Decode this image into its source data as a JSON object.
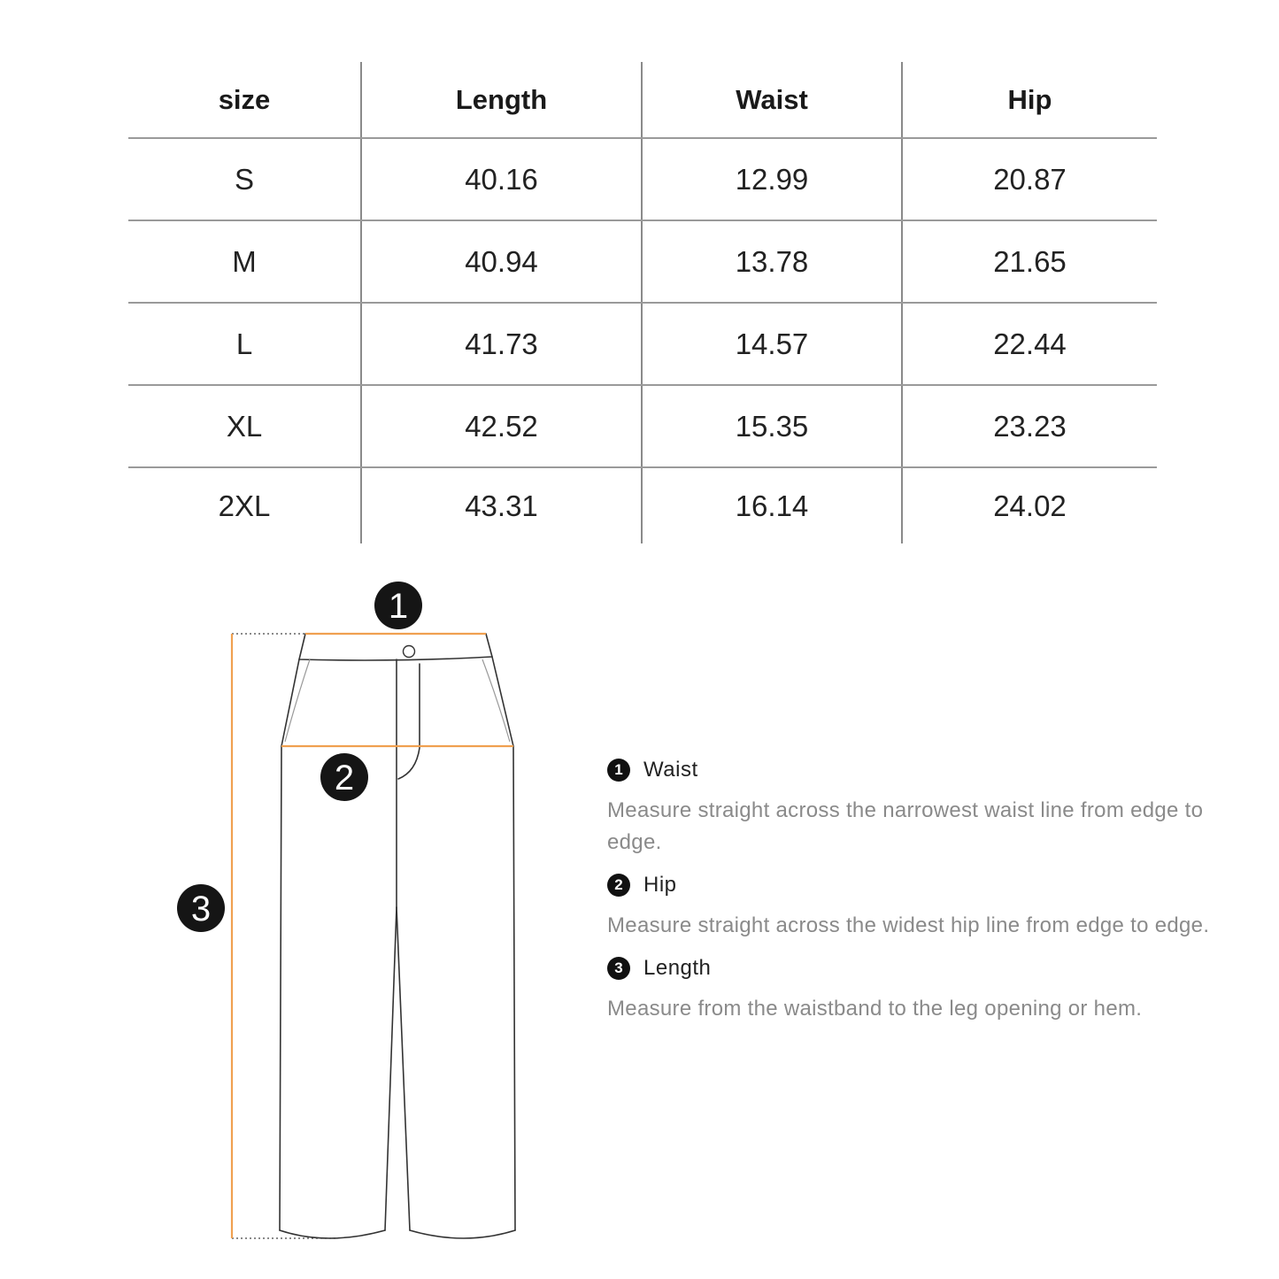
{
  "size_table": {
    "headers": [
      "size",
      "Length",
      "Waist",
      "Hip"
    ],
    "rows": [
      [
        "S",
        "40.16",
        "12.99",
        "20.87"
      ],
      [
        "M",
        "40.94",
        "13.78",
        "21.65"
      ],
      [
        "L",
        "41.73",
        "14.57",
        "22.44"
      ],
      [
        "XL",
        "42.52",
        "15.35",
        "23.23"
      ],
      [
        "2XL",
        "43.31",
        "16.14",
        "24.02"
      ]
    ]
  },
  "diagram": {
    "accent_color": "#f0a050",
    "markers": [
      "1",
      "2",
      "3"
    ]
  },
  "legend": [
    {
      "num": "1",
      "title": "Waist",
      "desc": "Measure straight across the narrowest waist line from edge to edge."
    },
    {
      "num": "2",
      "title": "Hip",
      "desc": "Measure straight across the widest hip line from edge to edge."
    },
    {
      "num": "3",
      "title": "Length",
      "desc": "Measure from the waistband to the leg opening or hem."
    }
  ]
}
